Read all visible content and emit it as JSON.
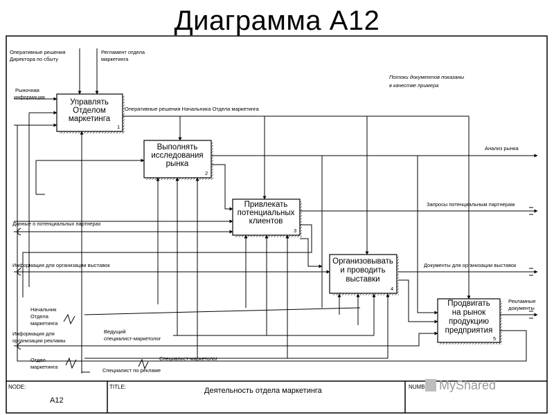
{
  "title": "Диаграмма А12",
  "note": [
    "Потоки документов показаны",
    "в качестве примера"
  ],
  "boxes": [
    {
      "lines": [
        "Управлять",
        "Отделом",
        "маркетинга"
      ],
      "num": "1"
    },
    {
      "lines": [
        "Выполнять",
        "исследования",
        "рынка"
      ],
      "num": "2"
    },
    {
      "lines": [
        "Привлекать",
        "потенциальных",
        "клиентов"
      ],
      "num": "3"
    },
    {
      "lines": [
        "Организовывать",
        "и проводить",
        "выставки"
      ],
      "num": "4"
    },
    {
      "lines": [
        "Продвигать",
        "на рынок",
        "продукцию",
        "предприятия"
      ],
      "num": "5"
    }
  ],
  "labels": {
    "op_director": [
      "Оперативные решения",
      "Директора по сбыту"
    ],
    "reglament": [
      "Регламент отдела",
      "маркетинга"
    ],
    "market_info": [
      "Рыночная",
      "информация"
    ],
    "op_head": "Оперативные решения Начальника Отдела маркетинга",
    "analysis": "Анализ рынка",
    "partner_req": "Запросы потенциальным партнерам",
    "partner_data": "Данные о потенциальных партнерах",
    "expo_info": "Информация для организации выставок",
    "expo_docs": "Документы для организации выставок",
    "ad_docs": [
      "Рекламные",
      "документы"
    ],
    "head_dept": [
      "Начальник",
      "Отдела",
      "маркетинга"
    ],
    "ad_info": [
      "Информация для",
      "организации рекламы"
    ],
    "lead_spec": [
      "Ведущий",
      "специалист-маркетолог"
    ],
    "spec_marketer": "Специалист-маркетолог",
    "dept_marketing": [
      "Отдел",
      "маркетинга"
    ],
    "ad_spec": "Специалист по рекламе"
  },
  "footer": {
    "node_label": "NODE:",
    "node_value": "A12",
    "title_label": "TITLE:",
    "title_value": "Деятельность отдела маркетинга",
    "number_label": "NUMBER:",
    "watermark": "MyShared"
  }
}
